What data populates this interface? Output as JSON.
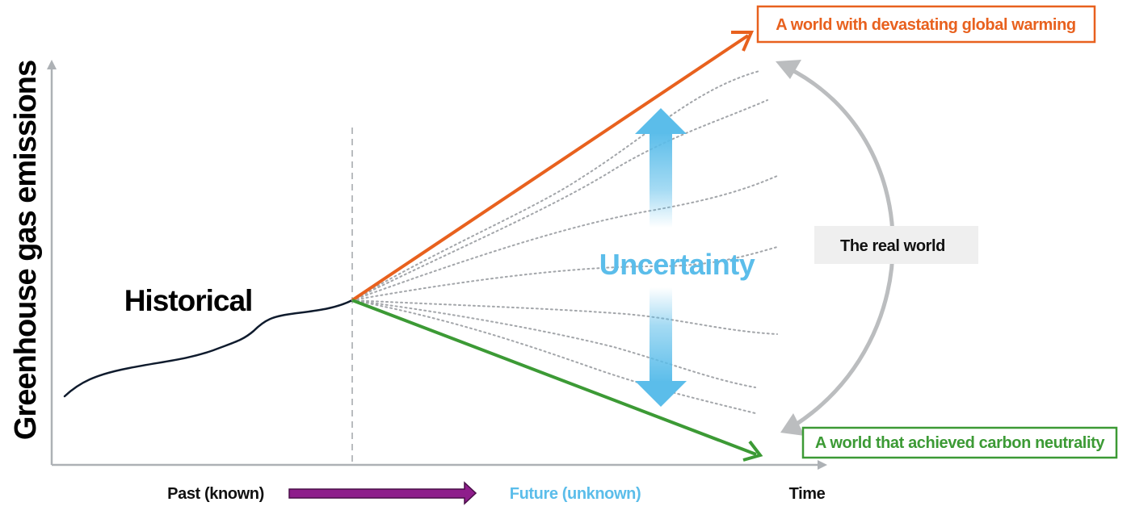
{
  "y_axis_title": "Greenhouse gas emissions",
  "x_axis_title": "Time",
  "historical_label": "Historical",
  "uncertainty_label": "Uncertainty",
  "real_world_label": "The real world",
  "scenarios": {
    "high": "A world with devastating global warming",
    "low": "A world that achieved carbon neutrality"
  },
  "timeline": {
    "past": "Past (known)",
    "future": "Future (unknown)"
  },
  "colors": {
    "high_scenario": "#E8611E",
    "low_scenario": "#3C9A35",
    "uncertainty": "#5BBDEA",
    "timeline_arrow": "#8E1D8B",
    "axes": "#ADB1B5",
    "history_line": "#0F1B2D",
    "real_world_arc": "#BBBDBF",
    "real_world_box": "#EFEFEF",
    "pathways": "#A3A6AA"
  }
}
